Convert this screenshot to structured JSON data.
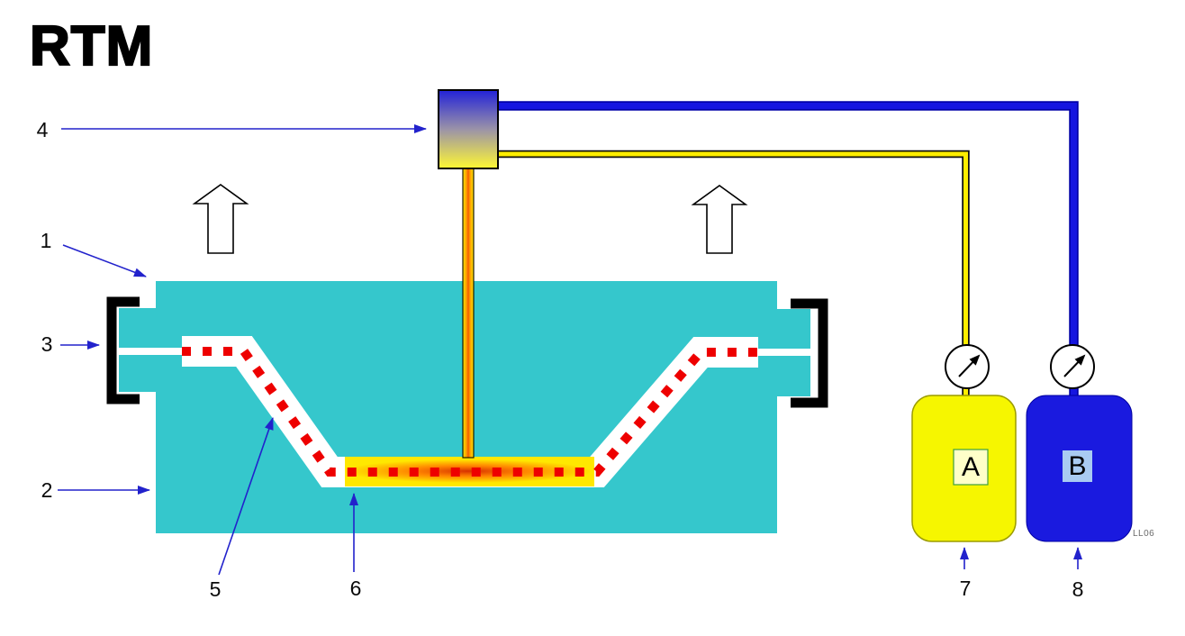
{
  "header": {
    "title": "RTM"
  },
  "callouts": {
    "c1": "1",
    "c2": "2",
    "c3": "3",
    "c4": "4",
    "c5": "5",
    "c6": "6",
    "c7": "7",
    "c8": "8"
  },
  "tanks": {
    "a_label": "A",
    "b_label": "B"
  },
  "stamp": "LL06",
  "colors": {
    "mold": "#35C7CC",
    "preform_dots": "#EE0000",
    "resin_yellow": "#FFE800",
    "component_a": "#F6F600",
    "component_b": "#1A1ADF",
    "pipe_yellow": "#FFEE00",
    "pipe_blue": "#1515E0",
    "callout": "#2222CC"
  }
}
